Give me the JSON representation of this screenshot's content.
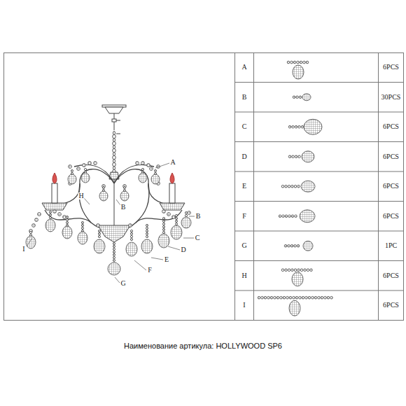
{
  "diagram": {
    "caption": "Наименование артикула: HOLLYWOOD SP6",
    "labels": [
      "A",
      "H",
      "B",
      "B",
      "C",
      "I",
      "D",
      "E",
      "F",
      "G",
      "A",
      "6PCS",
      "B",
      "30PCS",
      "C",
      "6PCS",
      "D",
      "6PCS",
      "E",
      "6PCS",
      "F",
      "6PCS",
      "G",
      "1PC",
      "H",
      "6PCS",
      "I",
      "6PCS"
    ]
  }
}
